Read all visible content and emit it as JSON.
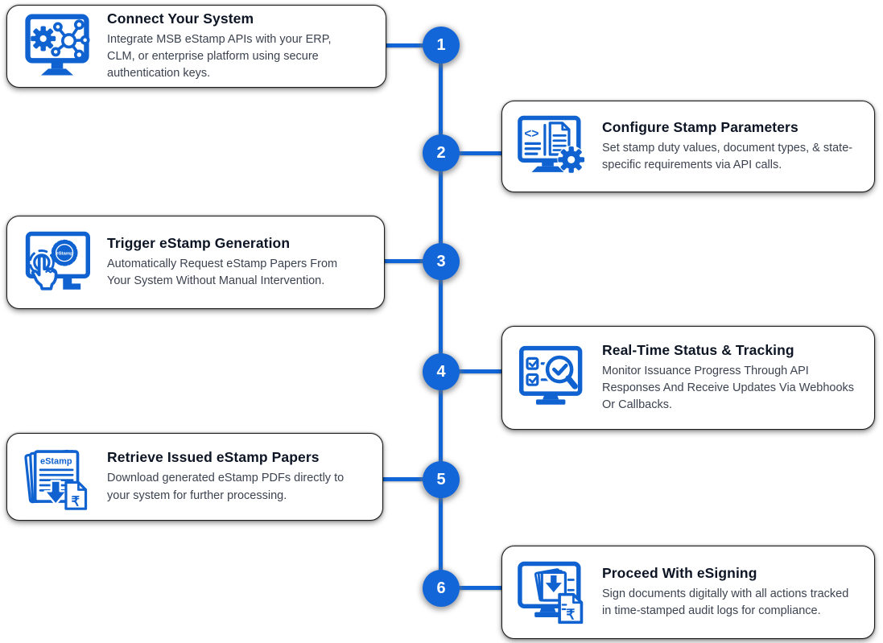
{
  "colors": {
    "accent_blue": "#1266d8",
    "icon_blue": "#0f62d0",
    "line_blue": "#1165d6",
    "card_background": "#ffffff",
    "title_text": "#0d1524",
    "body_text": "#3c4350"
  },
  "timeline": {
    "orientation": "vertical-center",
    "steps": [
      {
        "number": "1",
        "side": "left",
        "title": "Connect Your System",
        "description": "Integrate MSB eStamp APIs with your ERP, CLM, or enterprise platform using secure authentication keys.",
        "icon": "monitor-gear-network-icon"
      },
      {
        "number": "2",
        "side": "right",
        "title": "Configure Stamp Parameters",
        "description": "Set stamp duty values, document types, & state-specific requirements via API calls.",
        "icon": "monitor-code-document-gear-icon",
        "code_glyph": "<>"
      },
      {
        "number": "3",
        "side": "left",
        "title": "Trigger eStamp Generation",
        "description": "Automatically Request eStamp Papers From Your System Without Manual Intervention.",
        "icon": "monitor-estamp-seal-hand-icon",
        "seal_label": "eStamp"
      },
      {
        "number": "4",
        "side": "right",
        "title": "Real-Time Status & Tracking",
        "description": "Monitor Issuance Progress Through API Responses And Receive Updates Via Webhooks Or Callbacks.",
        "icon": "monitor-checklist-magnifier-icon"
      },
      {
        "number": "5",
        "side": "left",
        "title": "Retrieve Issued eStamp Papers",
        "description": "Download generated eStamp PDFs directly to your system for further processing.",
        "icon": "estamp-paper-download-rupee-icon",
        "paper_label": "eStamp",
        "rupee_symbol": "₹"
      },
      {
        "number": "6",
        "side": "right",
        "title": "Proceed With eSigning",
        "description": "Sign documents digitally with all actions tracked in time-stamped audit logs for compliance.",
        "icon": "monitor-documents-download-rupee-icon",
        "rupee_symbol": "₹"
      }
    ]
  }
}
